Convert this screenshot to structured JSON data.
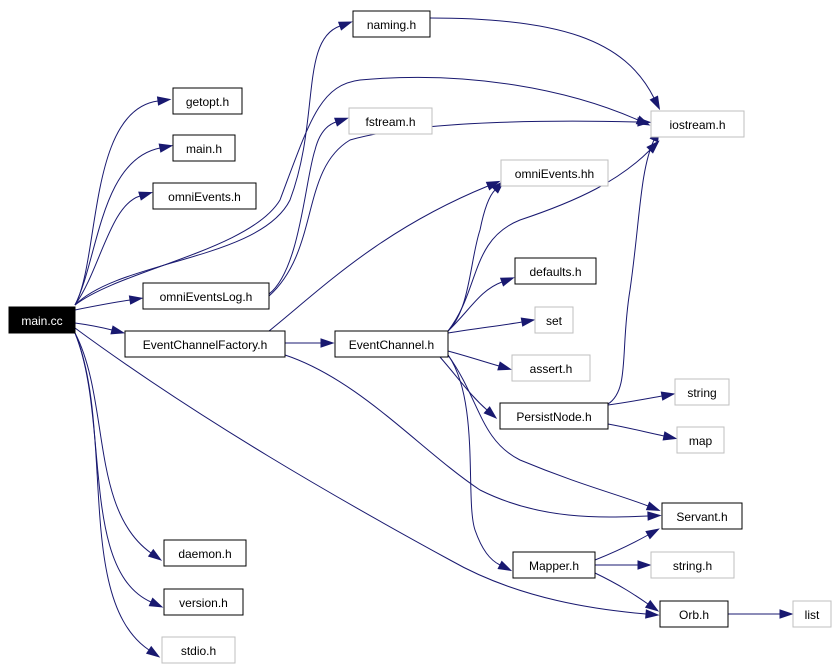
{
  "colors": {
    "edge": "#191970",
    "node_border": "#000000",
    "system_border": "#bfbfbf",
    "root_fill": "#000000",
    "root_text": "#ffffff"
  },
  "nodes": {
    "main_cc": {
      "label": "main.cc",
      "kind": "root"
    },
    "naming_h": {
      "label": "naming.h",
      "kind": "local"
    },
    "getopt_h": {
      "label": "getopt.h",
      "kind": "local"
    },
    "main_h": {
      "label": "main.h",
      "kind": "local"
    },
    "fstream_h": {
      "label": "fstream.h",
      "kind": "system"
    },
    "iostream_h": {
      "label": "iostream.h",
      "kind": "system"
    },
    "omniEvents_h": {
      "label": "omniEvents.h",
      "kind": "local"
    },
    "omniEvents_hh": {
      "label": "omniEvents.hh",
      "kind": "system"
    },
    "defaults_h": {
      "label": "defaults.h",
      "kind": "local"
    },
    "omniEventsLog_h": {
      "label": "omniEventsLog.h",
      "kind": "local"
    },
    "set": {
      "label": "set",
      "kind": "system"
    },
    "EventChannelFactory_h": {
      "label": "EventChannelFactory.h",
      "kind": "local"
    },
    "EventChannel_h": {
      "label": "EventChannel.h",
      "kind": "local"
    },
    "assert_h": {
      "label": "assert.h",
      "kind": "system"
    },
    "string": {
      "label": "string",
      "kind": "system"
    },
    "PersistNode_h": {
      "label": "PersistNode.h",
      "kind": "local"
    },
    "map": {
      "label": "map",
      "kind": "system"
    },
    "Servant_h": {
      "label": "Servant.h",
      "kind": "local"
    },
    "daemon_h": {
      "label": "daemon.h",
      "kind": "local"
    },
    "Mapper_h": {
      "label": "Mapper.h",
      "kind": "local"
    },
    "string_h": {
      "label": "string.h",
      "kind": "system"
    },
    "version_h": {
      "label": "version.h",
      "kind": "local"
    },
    "Orb_h": {
      "label": "Orb.h",
      "kind": "local"
    },
    "list": {
      "label": "list",
      "kind": "system"
    },
    "stdio_h": {
      "label": "stdio.h",
      "kind": "system"
    }
  },
  "edges": [
    [
      "main_cc",
      "getopt_h"
    ],
    [
      "main_cc",
      "main_h"
    ],
    [
      "main_cc",
      "omniEvents_h"
    ],
    [
      "main_cc",
      "naming_h"
    ],
    [
      "main_cc",
      "iostream_h"
    ],
    [
      "main_cc",
      "omniEventsLog_h"
    ],
    [
      "main_cc",
      "EventChannelFactory_h"
    ],
    [
      "main_cc",
      "Orb_h"
    ],
    [
      "main_cc",
      "daemon_h"
    ],
    [
      "main_cc",
      "version_h"
    ],
    [
      "main_cc",
      "stdio_h"
    ],
    [
      "naming_h",
      "iostream_h"
    ],
    [
      "omniEventsLog_h",
      "fstream_h"
    ],
    [
      "omniEventsLog_h",
      "iostream_h"
    ],
    [
      "EventChannelFactory_h",
      "EventChannel_h"
    ],
    [
      "EventChannelFactory_h",
      "omniEvents_hh"
    ],
    [
      "EventChannelFactory_h",
      "Servant_h"
    ],
    [
      "EventChannel_h",
      "omniEvents_hh"
    ],
    [
      "EventChannel_h",
      "iostream_h"
    ],
    [
      "EventChannel_h",
      "defaults_h"
    ],
    [
      "EventChannel_h",
      "set"
    ],
    [
      "EventChannel_h",
      "assert_h"
    ],
    [
      "EventChannel_h",
      "PersistNode_h"
    ],
    [
      "EventChannel_h",
      "Servant_h"
    ],
    [
      "EventChannel_h",
      "Mapper_h"
    ],
    [
      "PersistNode_h",
      "iostream_h"
    ],
    [
      "PersistNode_h",
      "string"
    ],
    [
      "PersistNode_h",
      "map"
    ],
    [
      "Mapper_h",
      "Servant_h"
    ],
    [
      "Mapper_h",
      "string_h"
    ],
    [
      "Mapper_h",
      "Orb_h"
    ],
    [
      "Orb_h",
      "list"
    ]
  ]
}
